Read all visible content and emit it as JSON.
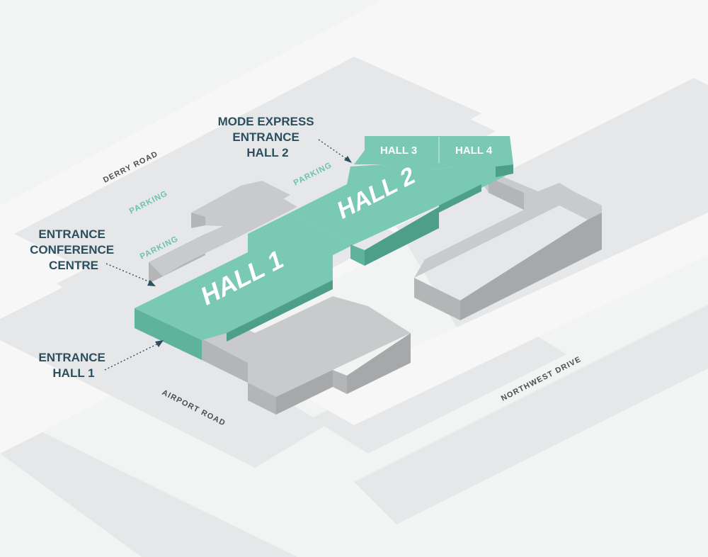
{
  "roads": {
    "derry": "DERRY ROAD",
    "airport": "AIRPORT ROAD",
    "northwest": "NORTHWEST DRIVE"
  },
  "parking": [
    "PARKING",
    "PARKING",
    "PARKING"
  ],
  "halls": {
    "hall1": "HALL 1",
    "hall2": "HALL 2",
    "hall3": "HALL 3",
    "hall4": "HALL 4"
  },
  "entrances": {
    "mode_express": [
      "MODE EXPRESS",
      "ENTRANCE",
      "HALL 2"
    ],
    "conference": [
      "ENTRANCE",
      "CONFERENCE",
      "CENTRE"
    ],
    "hall1": [
      "ENTRANCE",
      "HALL 1"
    ]
  },
  "colors": {
    "hall": "#79c9b4",
    "building": "#c9cacc",
    "label": "#2b4f5e",
    "parking_label": "#6fc3ad",
    "background": "#f2f3f3"
  }
}
